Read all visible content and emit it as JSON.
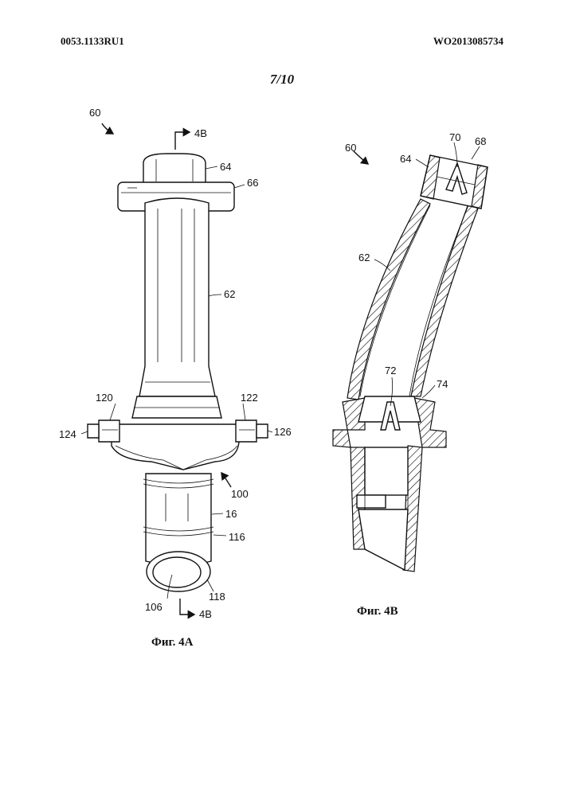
{
  "header": {
    "left_id": "0053.1133RU1",
    "right_id": "WO2013085734",
    "sheet": "7/10"
  },
  "figure_4a": {
    "caption": "Фиг. 4A",
    "section_marker": "4B",
    "labels": {
      "assembly": "60",
      "cap": "64",
      "flange": "66",
      "tube": "62",
      "tab_left": "120",
      "tab_right": "122",
      "ear_left": "124",
      "ear_right": "126",
      "collar": "100",
      "body": "16",
      "ring": "116",
      "rim": "118",
      "bore": "106"
    }
  },
  "figure_4b": {
    "caption": "Фиг. 4B",
    "labels": {
      "assembly": "60",
      "cap": "64",
      "valve": "70",
      "end": "68",
      "tube": "62",
      "valve_lower": "72",
      "seat": "74"
    }
  }
}
